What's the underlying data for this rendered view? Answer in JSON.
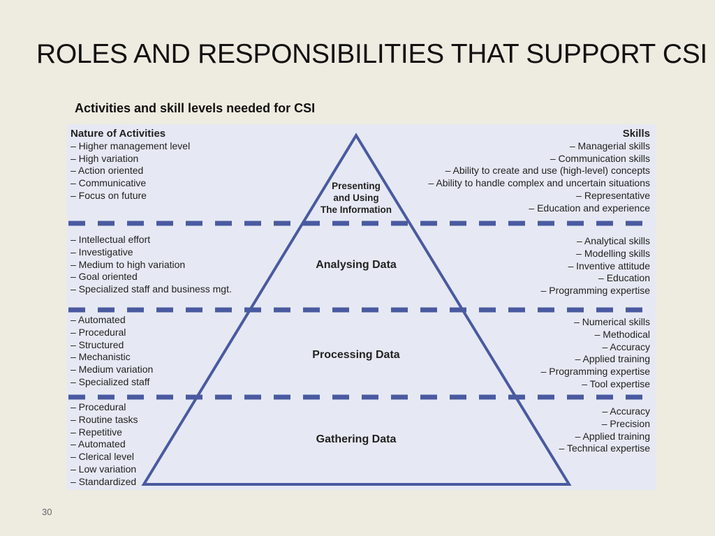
{
  "title": "ROLES AND RESPONSIBILITIES THAT SUPPORT CSI",
  "subtitle": "Activities and skill levels needed for CSI",
  "left_header": "Nature of Activities",
  "right_header": "Skills",
  "levels": [
    {
      "label": [
        "Presenting",
        "and Using",
        "The Information"
      ],
      "activities": [
        "– Higher management level",
        "– High variation",
        "– Action oriented",
        "– Communicative",
        "– Focus on future"
      ],
      "skills": [
        "– Managerial skills",
        "– Communication skills",
        "– Ability to create and use (high-level) concepts",
        "– Ability to handle complex and uncertain situations",
        "– Representative",
        "– Education and experience"
      ]
    },
    {
      "label": [
        "Analysing Data"
      ],
      "activities": [
        "– Intellectual effort",
        "– Investigative",
        "– Medium to high variation",
        "– Goal oriented",
        "– Specialized staff and business mgt."
      ],
      "skills": [
        "– Analytical skills",
        "– Modelling skills",
        "– Inventive attitude",
        "– Education",
        "– Programming expertise"
      ]
    },
    {
      "label": [
        "Processing Data"
      ],
      "activities": [
        "– Automated",
        "– Procedural",
        "– Structured",
        "– Mechanistic",
        "– Medium variation",
        "– Specialized staff"
      ],
      "skills": [
        "– Numerical skills",
        "– Methodical",
        "– Accuracy",
        "– Applied training",
        "– Programming expertise",
        "– Tool expertise"
      ]
    },
    {
      "label": [
        "Gathering Data"
      ],
      "activities": [
        "– Procedural",
        "– Routine tasks",
        "– Repetitive",
        "– Automated",
        "– Clerical level",
        "– Low variation",
        "– Standardized"
      ],
      "skills": [
        "– Accuracy",
        "– Precision",
        "– Applied training",
        "– Technical expertise"
      ]
    }
  ],
  "page_number": "30",
  "colors": {
    "pyramid": "#4a5aa0",
    "panel": "#e6e9f3",
    "background": "#eeebe0"
  }
}
